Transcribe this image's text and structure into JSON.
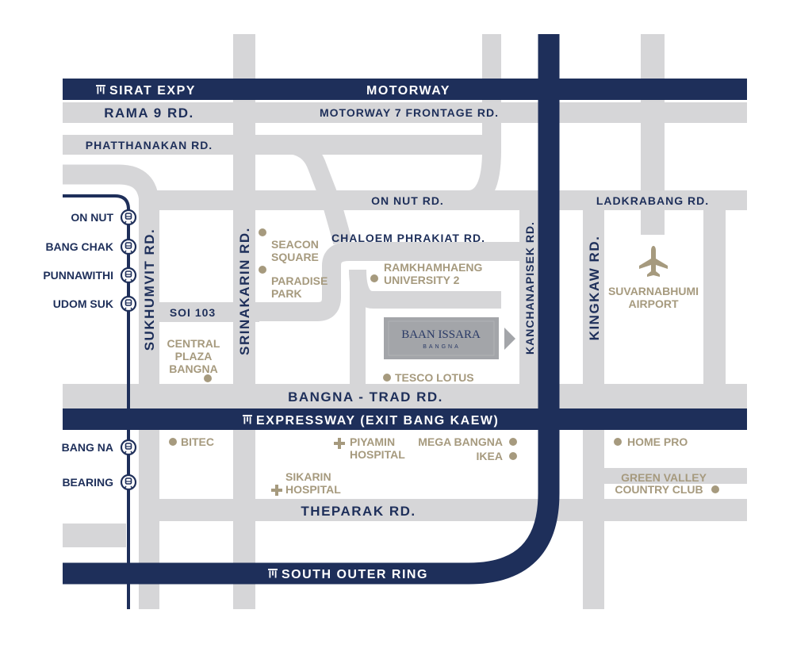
{
  "colors": {
    "road": "#d6d6d8",
    "expressway": "#1e2f5a",
    "label": "#1e2f5a",
    "poi": "#a69a7e",
    "project_box": "#a3a5a9"
  },
  "expressways": {
    "sirat": "SIRAT EXPY",
    "motorway": "MOTORWAY",
    "bangna_expressway": "EXPRESSWAY (EXIT BANG KAEW)",
    "south_outer_ring": "SOUTH OUTER RING"
  },
  "roads": {
    "rama9": "RAMA 9 RD.",
    "motorway7": "MOTORWAY 7 FRONTAGE RD.",
    "phatthanakan": "PHATTHANAKAN RD.",
    "on_nut": "ON NUT RD.",
    "ladkrabang": "LADKRABANG RD.",
    "chaloem": "CHALOEM PHRAKIAT RD.",
    "soi103": "SOI 103",
    "bangna_trad": "BANGNA - TRAD RD.",
    "theparak": "THEPARAK RD.",
    "sukhumvit": "SUKHUMVIT RD.",
    "srinakarin": "SRINAKARIN RD.",
    "kanchanapisek": "KANCHANAPISEK RD.",
    "kingkaw": "KINGKAW RD."
  },
  "stations": [
    "ON NUT",
    "BANG CHAK",
    "PUNNAWITHI",
    "UDOM SUK",
    "BANG NA",
    "BEARING"
  ],
  "poi": {
    "seacon_1": "SEACON",
    "seacon_2": "SQUARE",
    "paradise_1": "PARADISE",
    "paradise_2": "PARK",
    "ramkhamhaeng_1": "RAMKHAMHAENG",
    "ramkhamhaeng_2": "UNIVERSITY 2",
    "central_1": "CENTRAL",
    "central_2": "PLAZA",
    "central_3": "BANGNA",
    "tesco": "TESCO LOTUS",
    "bitec": "BITEC",
    "piyamin_1": "PIYAMIN",
    "piyamin_2": "HOSPITAL",
    "mega": "MEGA BANGNA",
    "ikea": "IKEA",
    "sikarin_1": "SIKARIN",
    "sikarin_2": "HOSPITAL",
    "homepro": "HOME PRO",
    "greenvalley_1": "GREEN VALLEY",
    "greenvalley_2": "COUNTRY CLUB",
    "airport_1": "SUVARNABHUMI",
    "airport_2": "AIRPORT"
  },
  "project": {
    "name": "BAAN ISSARA",
    "subtitle": "BANGNA"
  },
  "icons": {
    "station": "train-station-icon",
    "expressway": "tollway-icon",
    "hospital": "hospital-cross-icon",
    "airport": "airplane-icon",
    "poi": "poi-dot-icon"
  }
}
